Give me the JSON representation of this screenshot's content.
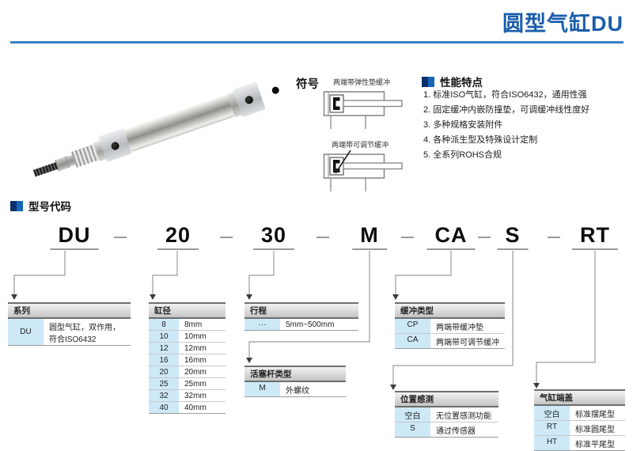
{
  "header": {
    "title": "圆型气缸DU"
  },
  "symbol_section": {
    "title": "符号",
    "symbols": [
      {
        "label": "两端带弹性垫缓冲"
      },
      {
        "label": "两端带可调节缓冲"
      }
    ]
  },
  "features": {
    "title": "性能特点",
    "items": [
      "1. 标准ISO气缸，符合ISO6432，通用性强",
      "2. 固定缓冲内嵌防撞垫，可调缓冲线性度好",
      "3. 多种规格安装附件",
      "4. 各种派生型及特殊设计定制",
      "5. 全系列ROHS合规"
    ]
  },
  "model_code": {
    "title": "型号代码",
    "segments": [
      "DU",
      "20",
      "30",
      "M",
      "CA",
      "S",
      "RT"
    ]
  },
  "tables": {
    "series": {
      "header": "系列",
      "rows": [
        {
          "code": "DU",
          "desc": "圆型气缸，双作用，符合ISO6432"
        }
      ]
    },
    "bore": {
      "header": "缸径",
      "rows": [
        {
          "code": "8",
          "desc": "8mm"
        },
        {
          "code": "10",
          "desc": "10mm"
        },
        {
          "code": "12",
          "desc": "12mm"
        },
        {
          "code": "16",
          "desc": "16mm"
        },
        {
          "code": "20",
          "desc": "20mm"
        },
        {
          "code": "25",
          "desc": "25mm"
        },
        {
          "code": "32",
          "desc": "32mm"
        },
        {
          "code": "40",
          "desc": "40mm"
        }
      ]
    },
    "stroke": {
      "header": "行程",
      "rows": [
        {
          "code": "···",
          "desc": "5mm~500mm"
        }
      ]
    },
    "rod_type": {
      "header": "活塞杆类型",
      "rows": [
        {
          "code": "M",
          "desc": "外螺纹"
        }
      ]
    },
    "cushion": {
      "header": "缓冲类型",
      "rows": [
        {
          "code": "CP",
          "desc": "两端带缓冲垫"
        },
        {
          "code": "CA",
          "desc": "两端带可调节缓冲"
        }
      ]
    },
    "sensing": {
      "header": "位置感测",
      "rows": [
        {
          "code": "空白",
          "desc": "无位置感测功能"
        },
        {
          "code": "S",
          "desc": "通过传感器"
        }
      ]
    },
    "end_cap": {
      "header": "气缸端盖",
      "rows": [
        {
          "code": "空白",
          "desc": "标准摆尾型"
        },
        {
          "code": "RT",
          "desc": "标准圆尾型"
        },
        {
          "code": "HT",
          "desc": "标准平尾型"
        }
      ]
    }
  },
  "colors": {
    "accent_blue": "#1a5dab",
    "rule_blue": "#3d7fc1",
    "cell_blue": "#cde9f8"
  }
}
